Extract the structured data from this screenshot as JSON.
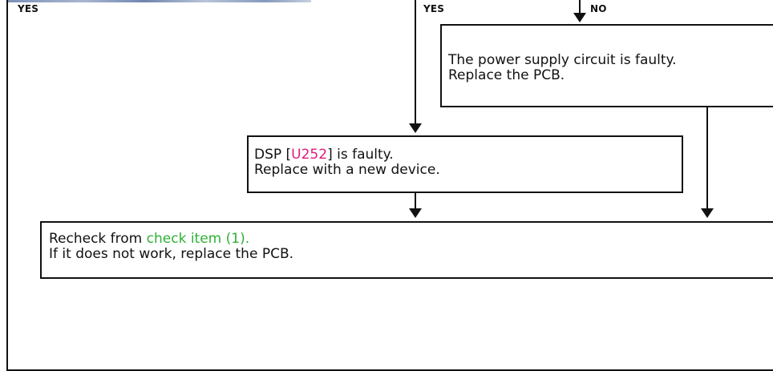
{
  "labels": {
    "yes_left": "YES",
    "yes_mid": "YES",
    "no_right": "NO"
  },
  "boxes": {
    "power_supply": {
      "line1": "The power supply circuit is faulty.",
      "line2": "Replace the PCB."
    },
    "dsp": {
      "prefix": "DSP [",
      "ref": "U252",
      "suffix": "] is faulty.",
      "line2": "Replace with a new device."
    },
    "recheck": {
      "prefix": "Recheck from ",
      "link": "check item (1).",
      "line2": "If it does not work, replace the PCB."
    }
  },
  "colors": {
    "ref_pink": "#e0197d",
    "link_green": "#2eb135"
  }
}
